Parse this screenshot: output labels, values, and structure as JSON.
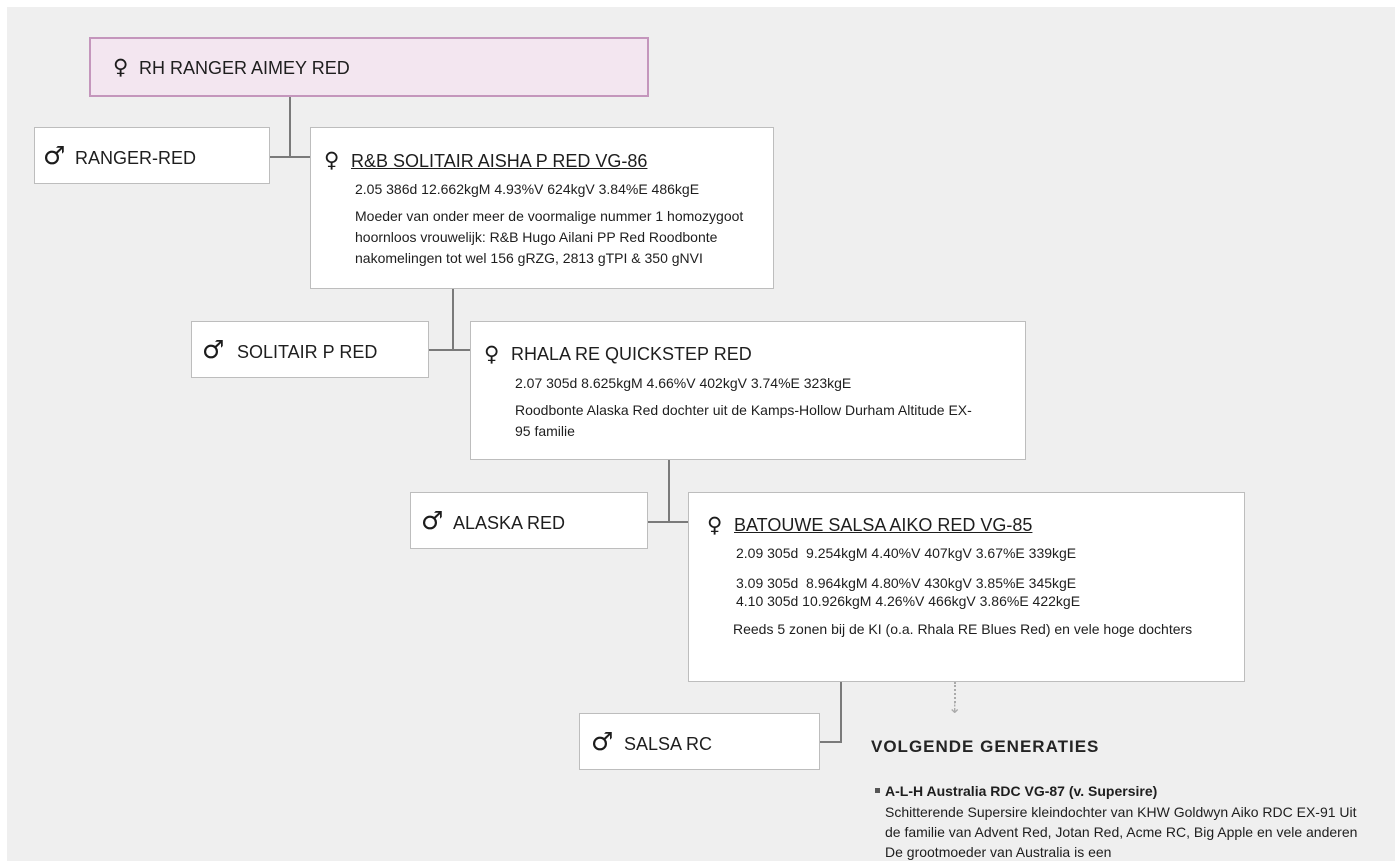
{
  "symbols": {
    "female": "♀",
    "male": "♂"
  },
  "root": {
    "name": "RH RANGER AIMEY RED"
  },
  "gen1": {
    "sire": "RANGER-RED",
    "dam": "R&B SOLITAIR AISHA P RED VG-86",
    "stats": [
      "2.05 386d 12.662kgM 4.93%V 624kgV 3.84%E 486kgE"
    ],
    "description": "Moeder van onder meer de voormalige nummer 1 homozygoot hoornloos vrouwelijk: R&B Hugo Ailani PP Red Roodbonte nakomelingen tot wel 156 gRZG, 2813 gTPI & 350 gNVI"
  },
  "gen2": {
    "sire": "SOLITAIR P RED",
    "dam": "RHALA RE QUICKSTEP RED",
    "stats": [
      "2.07 305d 8.625kgM 4.66%V 402kgV 3.74%E 323kgE"
    ],
    "description": "Roodbonte Alaska Red dochter uit de Kamps-Hollow Durham Altitude EX-95 familie"
  },
  "gen3": {
    "sire": "ALASKA RED",
    "dam": "BATOUWE SALSA AIKO RED VG-85",
    "stats": [
      "2.09 305d  9.254kgM 4.40%V 407kgV 3.67%E 339kgE",
      "3.09 305d  8.964kgM 4.80%V 430kgV 3.85%E 345kgE",
      "4.10 305d 10.926kgM 4.26%V 466kgV 3.86%E 422kgE"
    ],
    "description": "Reeds 5 zonen bij de KI (o.a. Rhala RE Blues Red) en vele hoge dochters"
  },
  "gen4": {
    "sire": "SALSA RC"
  },
  "next_generations": {
    "heading": "VOLGENDE GENERATIES",
    "items": [
      {
        "title": "A-L-H Australia RDC VG-87 (v. Supersire)",
        "description": "Schitterende Supersire kleindochter van KHW Goldwyn Aiko RDC EX-91 Uit de familie van Advent Red, Jotan Red, Acme RC, Big Apple en vele anderen De grootmoeder van Australia is een"
      }
    ]
  },
  "arrow_icon": "dotted-down-arrow",
  "colors": {
    "background": "#efefef",
    "root_fill": "#f3e6f0",
    "root_border": "#c496bc",
    "connector": "#7a7a7a"
  }
}
